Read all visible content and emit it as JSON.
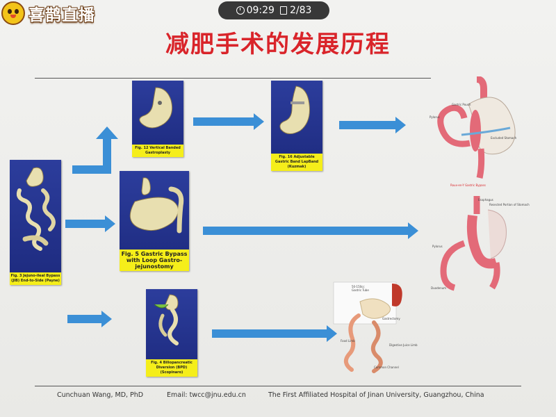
{
  "app": {
    "logo_text": "喜鹊直播",
    "time": "09:29",
    "page": "2/83"
  },
  "slide": {
    "title": "减肥手术的发展历程",
    "figures": [
      {
        "id": "fig3",
        "caption": "Fig. 3 Jejuno-ileal Bypass (JIB) End-to-Side (Payne)"
      },
      {
        "id": "fig12",
        "caption": "Fig. 12 Vertical Banded Gastroplasty"
      },
      {
        "id": "fig16",
        "caption": "Fig. 16 Adjustable Gastric Band LapBand (Kuzmak)"
      },
      {
        "id": "fig5",
        "caption": "Fig. 5 Gastric Bypass with Loop Gastro-jejunostomy"
      },
      {
        "id": "fig4",
        "caption": "Fig. 4 Biliopancreatic Diversion (BPD) (Scopinaro)"
      }
    ],
    "rygb_caption": "Roux-en-Y Gastric Bypass",
    "labels": {
      "rygb_pouch": "Gastric Pouch",
      "rygb_pylorus": "Pylorus",
      "rygb_excluded": "Excluded Stomach",
      "ds_esophagus": "Esophagus",
      "ds_resected": "Resected Portion of Stomach",
      "ds_duodenum": "Duodenum",
      "ds_pylorus": "Pylorus",
      "bpd_tube": "50-150cc Gastric Tube",
      "bpd_gastrectomy": "Gastrectomy",
      "bpd_food": "Food Limb",
      "bpd_digestive": "Digestive Juice Limb",
      "bpd_common": "Common Channel"
    },
    "footer": {
      "author": "Cunchuan Wang, MD, PhD",
      "email": "Email: twcc@jnu.edu.cn",
      "institution": "The First Affiliated Hospital of Jinan University, Guangzhou, China"
    }
  },
  "colors": {
    "title": "#d9242a",
    "arrow": "#3b8fd6",
    "card": "#23318a",
    "caption_bg": "#f5ee1a"
  }
}
